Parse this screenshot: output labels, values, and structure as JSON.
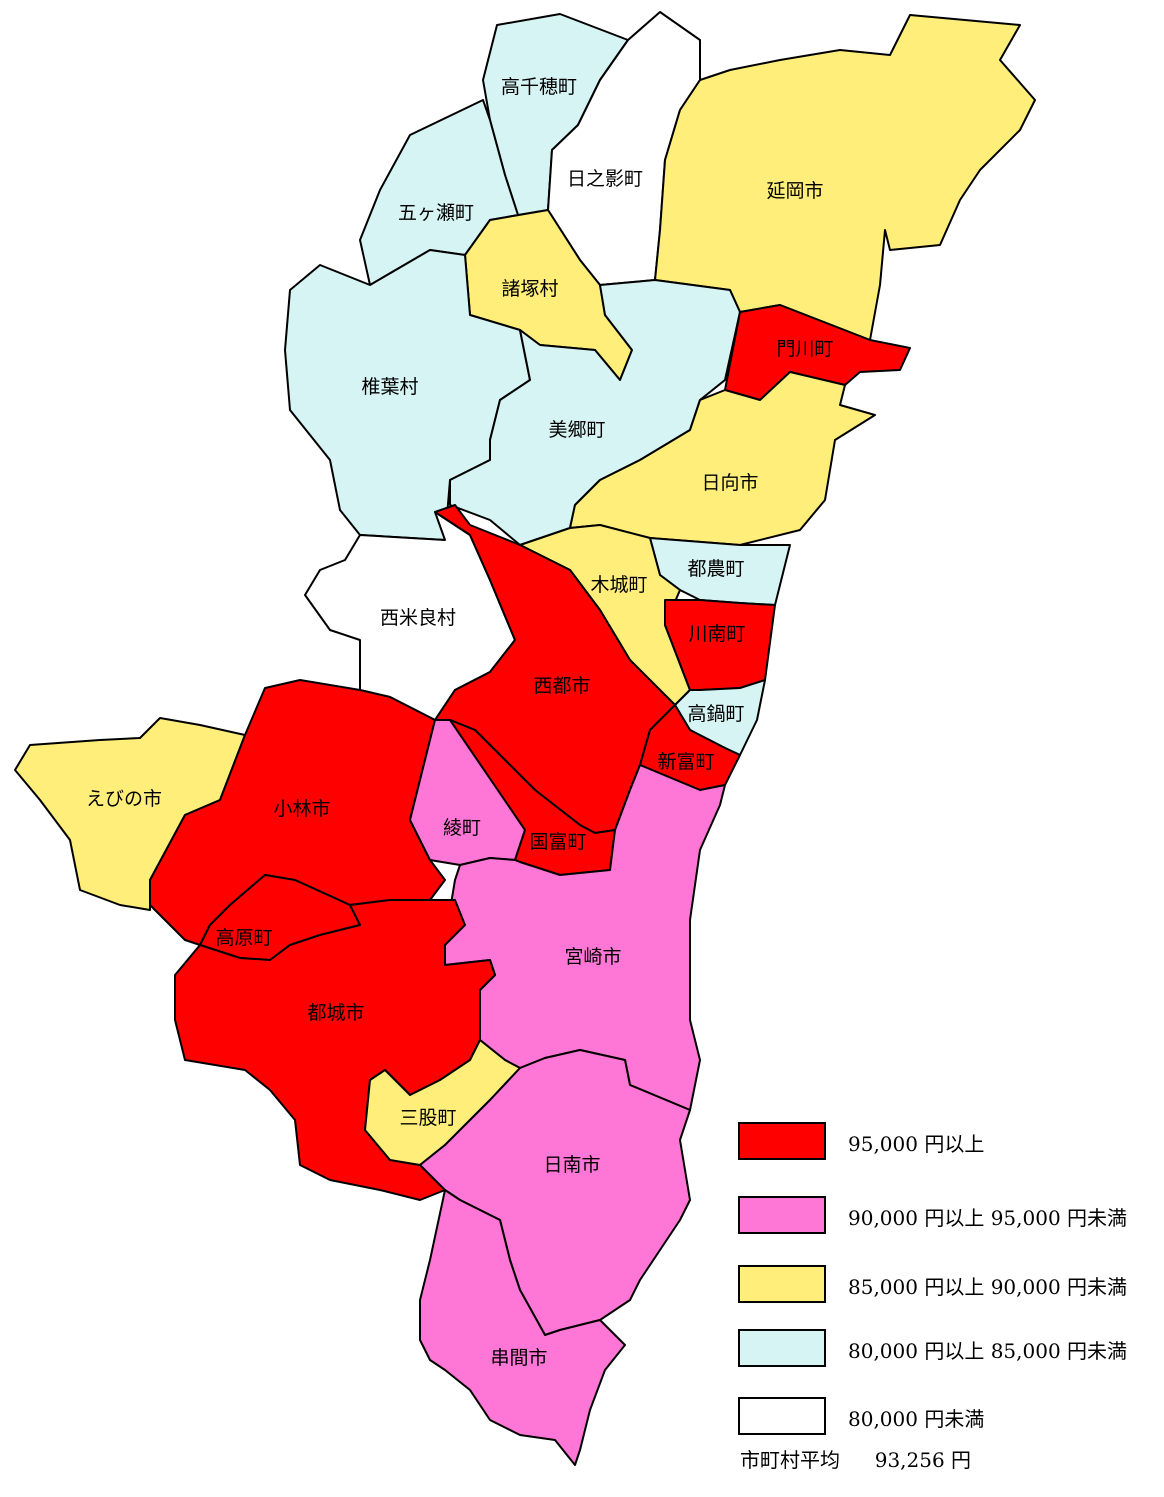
{
  "colors": {
    "band1": "#ff0000",
    "band2": "#ff77d6",
    "band3": "#ffee7a",
    "band4": "#d6f4f4",
    "band5": "#ffffff"
  },
  "regions": [
    {
      "id": "takachiho",
      "label": "高千穂町",
      "band": "band4"
    },
    {
      "id": "hinokage",
      "label": "日之影町",
      "band": "band5"
    },
    {
      "id": "gokase",
      "label": "五ヶ瀬町",
      "band": "band4"
    },
    {
      "id": "morotsuka",
      "label": "諸塚村",
      "band": "band3"
    },
    {
      "id": "nobeoka",
      "label": "延岡市",
      "band": "band3"
    },
    {
      "id": "shiiba",
      "label": "椎葉村",
      "band": "band4"
    },
    {
      "id": "misato",
      "label": "美郷町",
      "band": "band4"
    },
    {
      "id": "kadogawa",
      "label": "門川町",
      "band": "band1"
    },
    {
      "id": "hyuga",
      "label": "日向市",
      "band": "band3"
    },
    {
      "id": "tsuno",
      "label": "都農町",
      "band": "band4"
    },
    {
      "id": "kijo",
      "label": "木城町",
      "band": "band3"
    },
    {
      "id": "nishimera",
      "label": "西米良村",
      "band": "band5"
    },
    {
      "id": "kawaminami",
      "label": "川南町",
      "band": "band1"
    },
    {
      "id": "saito",
      "label": "西都市",
      "band": "band1"
    },
    {
      "id": "takanabe",
      "label": "高鍋町",
      "band": "band4"
    },
    {
      "id": "shintomi",
      "label": "新富町",
      "band": "band1"
    },
    {
      "id": "ebino",
      "label": "えびの市",
      "band": "band3"
    },
    {
      "id": "kobayashi",
      "label": "小林市",
      "band": "band1"
    },
    {
      "id": "aya",
      "label": "綾町",
      "band": "band2"
    },
    {
      "id": "kunitomi",
      "label": "国富町",
      "band": "band1"
    },
    {
      "id": "takaharu",
      "label": "高原町",
      "band": "band1"
    },
    {
      "id": "miyazaki",
      "label": "宮崎市",
      "band": "band2"
    },
    {
      "id": "miyakonojo",
      "label": "都城市",
      "band": "band1"
    },
    {
      "id": "mimata",
      "label": "三股町",
      "band": "band3"
    },
    {
      "id": "nichinan",
      "label": "日南市",
      "band": "band2"
    },
    {
      "id": "kushima",
      "label": "串間市",
      "band": "band2"
    }
  ],
  "legend": [
    {
      "band": "band1",
      "label": "95,000 円以上"
    },
    {
      "band": "band2",
      "label": "90,000 円以上 95,000 円未満"
    },
    {
      "band": "band3",
      "label": "85,000 円以上 90,000 円未満"
    },
    {
      "band": "band4",
      "label": "80,000 円以上 85,000 円未満"
    },
    {
      "band": "band5",
      "label": "80,000 円未満"
    }
  ],
  "average": {
    "label": "市町村平均",
    "value": "93,256 円"
  }
}
